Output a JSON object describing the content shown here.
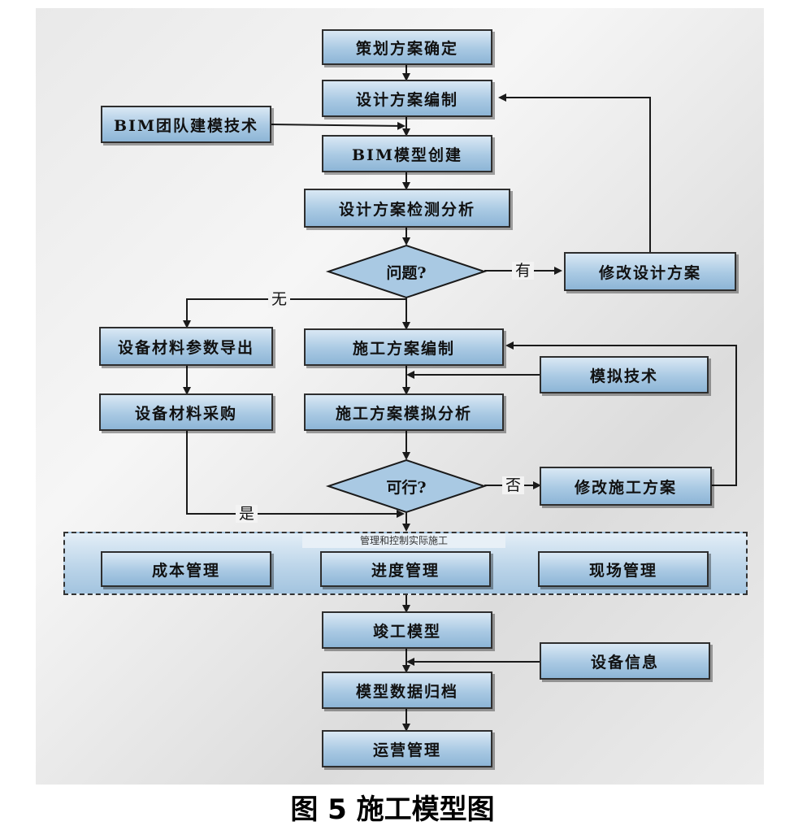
{
  "nodes": {
    "plan_confirm": "策划方案确定",
    "design_compile": "设计方案编制",
    "bim_team": "BIM团队建模技术",
    "bim_create": "BIM模型创建",
    "design_check": "设计方案检测分析",
    "problem": "问题?",
    "modify_design": "修改设计方案",
    "equip_export": "设备材料参数导出",
    "construct_compile": "施工方案编制",
    "sim_tech": "模拟技术",
    "equip_purchase": "设备材料采购",
    "construct_sim": "施工方案模拟分析",
    "feasible": "可行?",
    "modify_construct": "修改施工方案",
    "group_title": "管理和控制实际施工",
    "cost_mgmt": "成本管理",
    "progress_mgmt": "进度管理",
    "site_mgmt": "现场管理",
    "completion_model": "竣工模型",
    "equip_info": "设备信息",
    "data_archive": "模型数据归档",
    "ops_mgmt": "运营管理"
  },
  "edge_labels": {
    "yes_problem": "有",
    "no_problem": "无",
    "not_feasible": "否",
    "yes_feasible": "是"
  },
  "caption": "图 5  施工模型图",
  "colors": {
    "box_top": "#d9e8f4",
    "box_bottom": "#8db5d6",
    "line": "#1a1a1a"
  }
}
